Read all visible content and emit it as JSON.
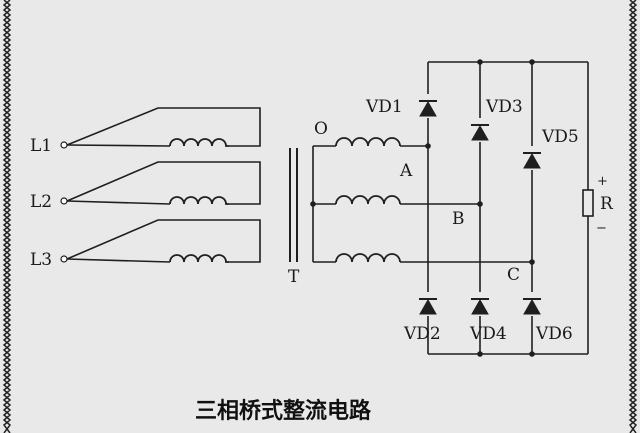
{
  "caption": "三相桥式整流电路",
  "labels": {
    "l1": "L1",
    "l2": "L2",
    "l3": "L3",
    "o": "O",
    "t": "T",
    "a": "A",
    "b": "B",
    "c": "C",
    "vd1": "VD1",
    "vd2": "VD2",
    "vd3": "VD3",
    "vd4": "VD4",
    "vd5": "VD5",
    "vd6": "VD6",
    "r": "R",
    "plus": "+",
    "minus": "−"
  },
  "colors": {
    "ink": "#1f1f1f",
    "paper": "#e9e9e9"
  }
}
